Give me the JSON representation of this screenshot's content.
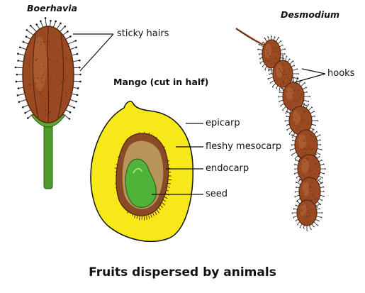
{
  "figures": {
    "boerhavia": {
      "title": "Boerhavia",
      "labels": {
        "sticky_hairs": "sticky hairs"
      }
    },
    "mango": {
      "title": "Mango (cut in half)",
      "labels": {
        "epicarp": "epicarp",
        "mesocarp": "fleshy mesocarp",
        "endocarp": "endocarp",
        "seed": "seed"
      }
    },
    "desmodium": {
      "title": "Desmodium",
      "labels": {
        "hooks": "hooks"
      }
    }
  },
  "caption": "Fruits dispersed by animals",
  "colors": {
    "fruit_brown": "#9a4a22",
    "fruit_dark": "#5a2710",
    "stem_green": "#4e9a2a",
    "mango_yellow": "#f7e81a",
    "seed_green": "#4fb33a",
    "endocarp_brown": "#8a4a26",
    "seed_cavity": "#b8935a",
    "line": "#111111"
  }
}
